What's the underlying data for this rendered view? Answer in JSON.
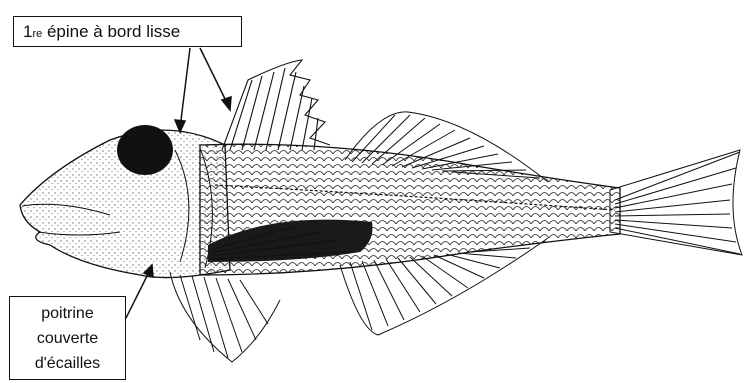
{
  "labels": {
    "first_spine": {
      "prefix": "1",
      "superscript": "re",
      "text": " épine à bord lisse"
    },
    "chest": {
      "lines": [
        "poitrine",
        "couverte",
        "d'écailles"
      ]
    }
  },
  "colors": {
    "ink": "#111111",
    "background": "#ffffff"
  }
}
